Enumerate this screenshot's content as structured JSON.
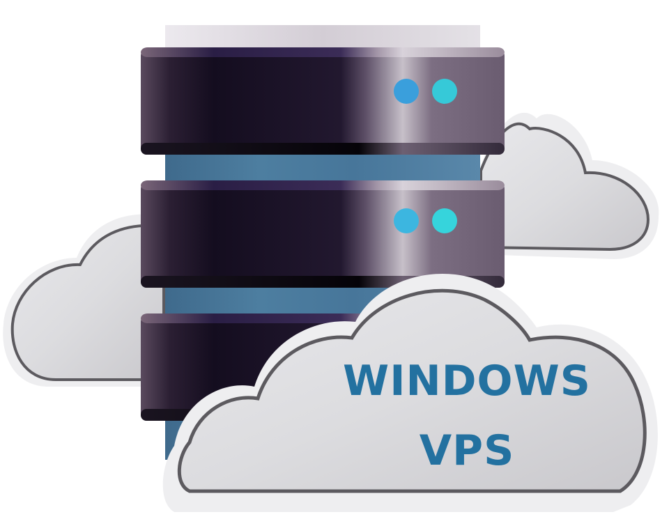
{
  "illustration": {
    "subject": "server-stack-with-clouds",
    "label_lines": [
      "WINDOWS",
      "VPS"
    ],
    "server_units": 3,
    "indicator_leds": [
      {
        "unit": 1,
        "colors": [
          "#3a9fdc",
          "#36c9d8"
        ]
      },
      {
        "unit": 2,
        "colors": [
          "#3cb6e0",
          "#36d4dc"
        ]
      }
    ]
  },
  "colors": {
    "label_text": "#2371a0",
    "server_body": "#1c1428",
    "server_rim": "#6b5d74",
    "server_spine": "#4a7799",
    "cloud_fill": "#e1e1e4",
    "cloud_outline": "#5c5a5f",
    "cloud_halo": "#eeeef0",
    "background": "#ffffff"
  }
}
